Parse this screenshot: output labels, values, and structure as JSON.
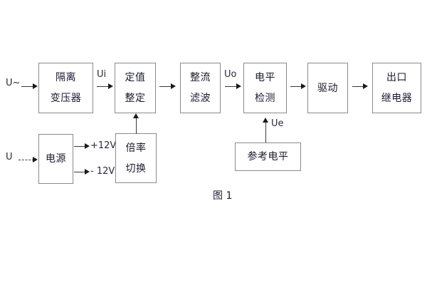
{
  "figure": {
    "caption": "图 1",
    "signal_chain": [
      {
        "id": "isolation-transformer",
        "lines": [
          "隔离",
          "变压器"
        ]
      },
      {
        "id": "setting-value",
        "lines": [
          "定值",
          "整定"
        ]
      },
      {
        "id": "rectify-filter",
        "lines": [
          "整流",
          "滤波"
        ]
      },
      {
        "id": "level-detection",
        "lines": [
          "电平",
          "检测"
        ]
      },
      {
        "id": "drive",
        "lines": [
          "驱动"
        ]
      },
      {
        "id": "output-relay",
        "lines": [
          "出口",
          "继电器"
        ]
      }
    ],
    "auxiliary_blocks": [
      {
        "id": "power-supply",
        "lines": [
          "电源"
        ]
      },
      {
        "id": "multiplier-switch",
        "lines": [
          "倍率",
          "切换"
        ]
      },
      {
        "id": "reference-level",
        "lines": [
          "参考电平"
        ]
      }
    ],
    "inputs": [
      {
        "id": "ac-input",
        "label": "U~",
        "type": "ac"
      },
      {
        "id": "dc-input",
        "label": "U",
        "type": "dc"
      }
    ],
    "signal_labels": [
      {
        "id": "ui",
        "label": "Ui"
      },
      {
        "id": "uo",
        "label": "Uo"
      },
      {
        "id": "ue",
        "label": "Ue"
      }
    ],
    "supply_rails": [
      {
        "id": "rail-positive",
        "label": "+12V"
      },
      {
        "id": "rail-negative",
        "label": "- 12V"
      }
    ]
  }
}
